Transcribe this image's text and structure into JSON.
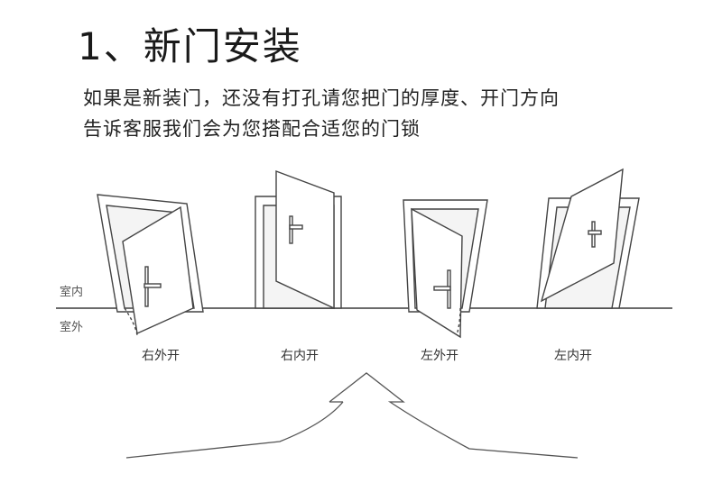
{
  "section": {
    "number": "1、",
    "title": "新门安装"
  },
  "description": {
    "line1": "如果是新装门，还没有打孔请您把门的厚度、开门方向",
    "line2": "告诉客服我们会为您搭配合适您的门锁"
  },
  "sides": {
    "indoor": "室内",
    "outdoor": "室外"
  },
  "doors": [
    {
      "label": "右外开"
    },
    {
      "label": "右内开"
    },
    {
      "label": "左外开"
    },
    {
      "label": "左内开"
    }
  ]
}
